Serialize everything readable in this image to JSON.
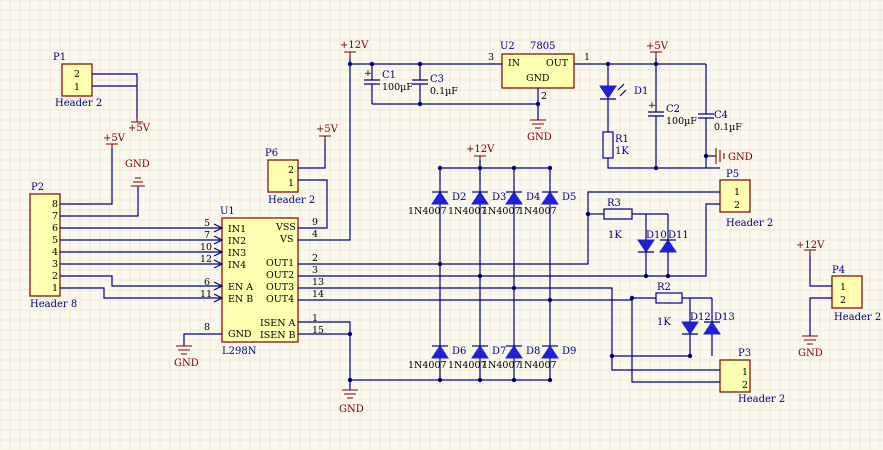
{
  "power": {
    "v12": "+12V",
    "v5": "+5V",
    "gnd": "GND"
  },
  "u2": {
    "ref": "U2",
    "value": "7805",
    "in": "IN",
    "out": "OUT",
    "gnd": "GND",
    "pin_in": "3",
    "pin_out": "1",
    "pin_gnd": "2"
  },
  "u1": {
    "ref": "U1",
    "value": "L298N",
    "left_pins": [
      {
        "name": "IN1",
        "num": "5"
      },
      {
        "name": "IN2",
        "num": "7"
      },
      {
        "name": "IN3",
        "num": "10"
      },
      {
        "name": "IN4",
        "num": "12"
      },
      {
        "name": "EN A",
        "num": "6"
      },
      {
        "name": "EN B",
        "num": "11"
      },
      {
        "name": "GND",
        "num": "8"
      }
    ],
    "right_pins": [
      {
        "name": "VSS",
        "num": "9"
      },
      {
        "name": "VS",
        "num": "4"
      },
      {
        "name": "OUT1",
        "num": "2"
      },
      {
        "name": "OUT2",
        "num": "3"
      },
      {
        "name": "OUT3",
        "num": "13"
      },
      {
        "name": "OUT4",
        "num": "14"
      },
      {
        "name": "ISEN A",
        "num": "1"
      },
      {
        "name": "ISEN B",
        "num": "15"
      }
    ]
  },
  "caps": {
    "c1": {
      "ref": "C1",
      "value": "100µF"
    },
    "c3": {
      "ref": "C3",
      "value": "0.1µF"
    },
    "c2": {
      "ref": "C2",
      "value": "100µF"
    },
    "c4": {
      "ref": "C4",
      "value": "0.1µF"
    }
  },
  "res": {
    "r1": {
      "ref": "R1",
      "value": "1K"
    },
    "r2": {
      "ref": "R2",
      "value": "1K"
    },
    "r3": {
      "ref": "R3",
      "value": "1K"
    }
  },
  "diodes": {
    "d1": "D1",
    "top": [
      "D2",
      "D3",
      "D4",
      "D5"
    ],
    "bottom": [
      "D6",
      "D7",
      "D8",
      "D9"
    ],
    "part": "1N4007",
    "leds": [
      "D10",
      "D11",
      "D12",
      "D13"
    ]
  },
  "headers": {
    "p1": {
      "ref": "P1",
      "name": "Header 2",
      "pins": [
        "2",
        "1"
      ]
    },
    "p6": {
      "ref": "P6",
      "name": "Header 2",
      "pins": [
        "2",
        "1"
      ]
    },
    "p5": {
      "ref": "P5",
      "name": "Header 2",
      "pins": [
        "1",
        "2"
      ]
    },
    "p3": {
      "ref": "P3",
      "name": "Header 2",
      "pins": [
        "1",
        "2"
      ]
    },
    "p4": {
      "ref": "P4",
      "name": "Header 2",
      "pins": [
        "1",
        "2"
      ]
    },
    "p2": {
      "ref": "P2",
      "name": "Header 8",
      "pins": [
        "8",
        "7",
        "6",
        "5",
        "4",
        "3",
        "2",
        "1"
      ]
    }
  }
}
